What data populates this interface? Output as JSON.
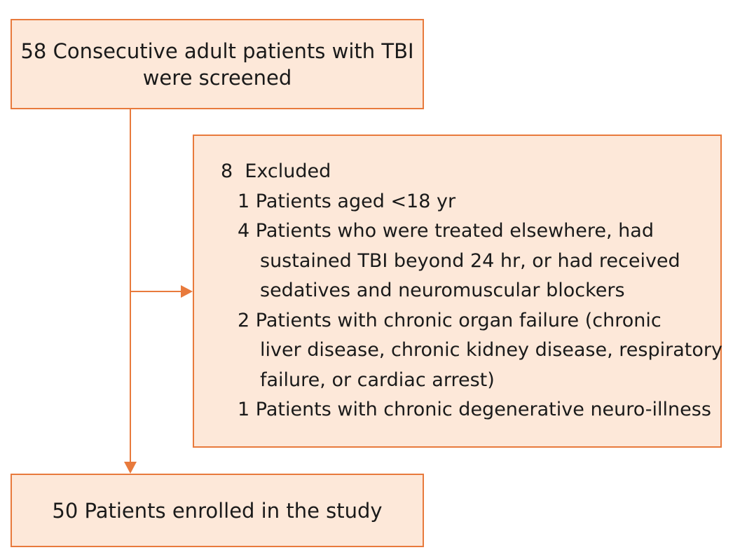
{
  "flow": {
    "screened": {
      "line1": "58 Consecutive adult patients with TBI",
      "line2": "were screened"
    },
    "excluded": {
      "title": "8  Excluded",
      "items": [
        {
          "lines": [
            "1 Patients aged <18 yr"
          ]
        },
        {
          "lines": [
            "4 Patients who were treated elsewhere, had",
            "sustained TBI beyond 24 hr, or had received",
            "sedatives and neuromuscular blockers"
          ]
        },
        {
          "lines": [
            "2 Patients with chronic organ failure (chronic",
            "liver disease, chronic kidney disease, respiratory",
            "failure, or cardiac arrest)"
          ]
        },
        {
          "lines": [
            "1 Patients with chronic degenerative neuro-illness"
          ]
        }
      ]
    },
    "enrolled": {
      "label": "50 Patients enrolled in the study"
    }
  },
  "colors": {
    "box_fill": "#fde8d9",
    "box_border": "#e87a3c",
    "arrow": "#e87a3c"
  }
}
